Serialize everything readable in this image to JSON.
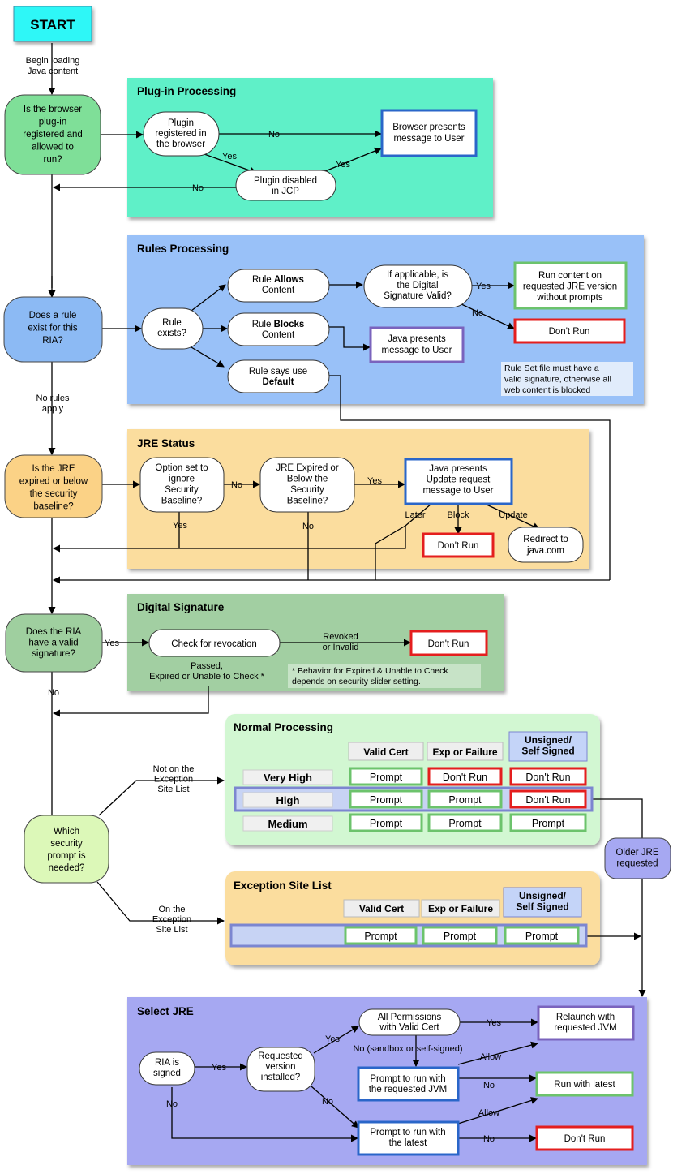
{
  "start": {
    "label": "START",
    "edge_label": "Begin loading\nJava content"
  },
  "q1": {
    "text": "Is the browser\nplug-in\nregistered and\nallowed to\nrun?"
  },
  "plugin_processing": {
    "title": "Plug-in Processing",
    "registered": "Plugin\nregistered in\nthe browser",
    "disabled": "Plugin disabled\nin JCP",
    "presents": "Browser presents\nmessage to User",
    "no": "No",
    "yes": "Yes"
  },
  "q2": {
    "text": "Does a rule\nexist for this\nRIA?",
    "no_rules": "No rules\napply"
  },
  "rules_processing": {
    "title": "Rules Processing",
    "rule_exists": "Rule\nexists?",
    "allows": "Rule |Allows|\nContent",
    "blocks": "Rule |Blocks|\nContent",
    "default": "Rule says use\n|Default|",
    "sig_valid": "If applicable, is\nthe Digital\nSignature Valid?",
    "run_content": "Run content on\nrequested JRE version\nwithout prompts",
    "dont_run": "Don't Run",
    "java_presents": "Java presents\nmessage to User",
    "note": "Rule Set file must have a\nvalid signature, otherwise all\nweb content is blocked",
    "yes": "Yes",
    "no": "No"
  },
  "q3": {
    "text": "Is the JRE\nexpired or below\nthe security\nbaseline?"
  },
  "jre_status": {
    "title": "JRE Status",
    "option": "Option set to\nignore\nSecurity\nBaseline?",
    "expired": "JRE Expired or\nBelow the\nSecurity\nBaseline?",
    "update_msg": "Java presents\nUpdate request\nmessage to User",
    "later": "Later",
    "block": "Block",
    "update": "Update",
    "dont_run": "Don't Run",
    "redirect": "Redirect to\njava.com",
    "yes": "Yes",
    "no": "No"
  },
  "q4": {
    "text": "Does the RIA\nhave a valid\nsignature?",
    "yes": "Yes",
    "no": "No"
  },
  "digital_signature": {
    "title": "Digital Signature",
    "check": "Check for revocation",
    "revoked": "Revoked\nor Invalid",
    "dont_run": "Don't Run",
    "passed": "Passed,\nExpired or Unable to Check *",
    "note": "* Behavior for Expired & Unable to Check\ndepends on security slider setting."
  },
  "q5": {
    "text": "Which\nsecurity\nprompt is\nneeded?",
    "not_on_list": "Not on the\nException\nSite List",
    "on_list": "On the\nException\nSite List"
  },
  "normal_processing": {
    "title": "Normal Processing",
    "columns": [
      "Valid Cert",
      "Exp or Failure",
      "Unsigned/\nSelf Signed"
    ],
    "rows": [
      {
        "label": "Very High",
        "cells": [
          "Prompt",
          "Don't Run",
          "Don't Run"
        ]
      },
      {
        "label": "High",
        "cells": [
          "Prompt",
          "Prompt",
          "Don't Run"
        ]
      },
      {
        "label": "Medium",
        "cells": [
          "Prompt",
          "Prompt",
          "Prompt"
        ]
      }
    ]
  },
  "exception_site_list": {
    "title": "Exception Site List",
    "columns": [
      "Valid Cert",
      "Exp or Failure",
      "Unsigned/\nSelf Signed"
    ],
    "cells": [
      "Prompt",
      "Prompt",
      "Prompt"
    ]
  },
  "older_jre": "Older JRE\nrequested",
  "select_jre": {
    "title": "Select JRE",
    "signed": "RIA is\nsigned",
    "installed": "Requested\nversion\ninstalled?",
    "all_perms": "All Permissions\nwith Valid Cert",
    "sandbox": "No (sandbox or self-signed)",
    "prompt_req": "Prompt to run with\nthe requested JVM",
    "prompt_latest": "Prompt to run with\nthe latest",
    "relaunch": "Relaunch with\nrequested JVM",
    "run_latest": "Run with latest",
    "dont_run": "Don't Run",
    "yes": "Yes",
    "no": "No",
    "allow": "Allow"
  },
  "colors": {
    "plugin_bg": "#5ef0c8",
    "rules_bg": "#99c1f8",
    "jre_bg": "#fbdd9e",
    "sig_bg": "#a2cfa2",
    "normal_bg": "#d2f7d2",
    "exception_bg": "#fbdd9e",
    "select_bg": "#a6a8f2",
    "start_bg": "#2ff7f7",
    "q1_bg": "#7fdf98",
    "q2_bg": "#8cbaf4",
    "q3_bg": "#fbd286",
    "q4_bg": "#9fcf9f",
    "q5_bg": "#dcf8b8",
    "older_bg": "#a6a8f2",
    "red": "#e41e1e",
    "green": "#6cc36c",
    "blue": "#2a66c9",
    "purple": "#7a63bd"
  }
}
